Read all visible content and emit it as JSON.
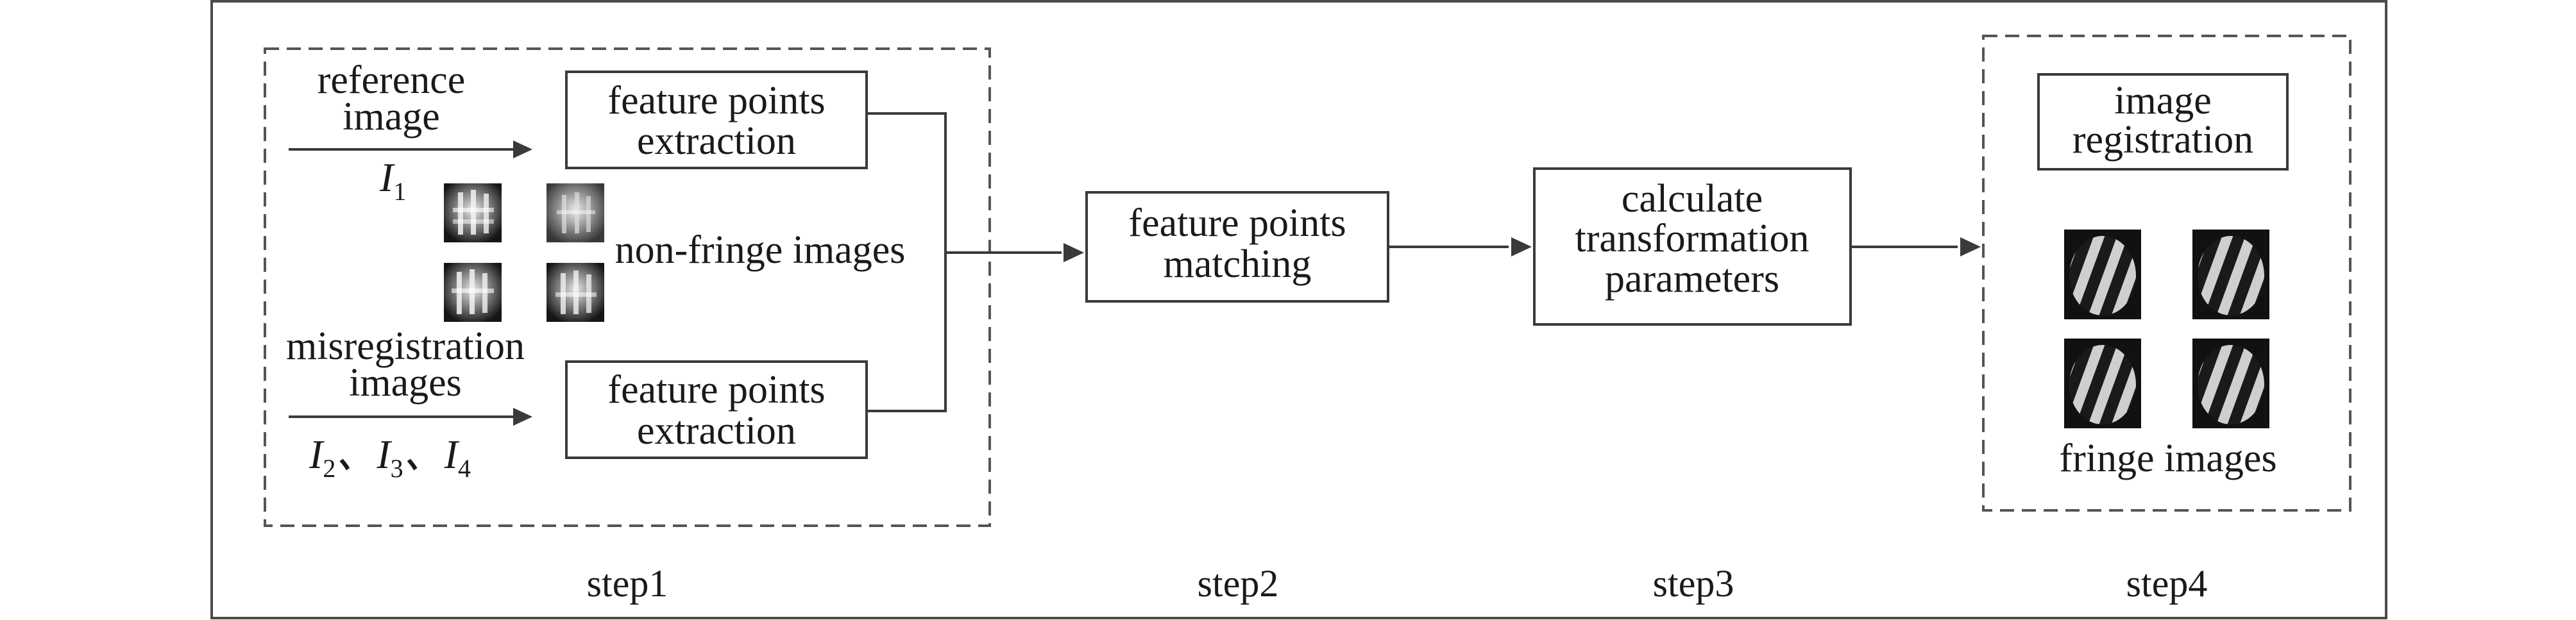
{
  "step1": {
    "reference_label_line1": "reference",
    "reference_label_line2": "image",
    "i1_var": "I",
    "i1_sub": "1",
    "misreg_label_line1": "misregistration",
    "misreg_label_line2": "images",
    "i2_var": "I",
    "i2_sub": "2",
    "i3_var": "I",
    "i3_sub": "3",
    "i4_var": "I",
    "i4_sub": "4",
    "separator": "、",
    "non_fringe_label": "non-fringe images",
    "extraction_top_line1": "feature points",
    "extraction_top_line2": "extraction",
    "extraction_bottom_line1": "feature points",
    "extraction_bottom_line2": "extraction",
    "label": "step1"
  },
  "step2": {
    "box_line1": "feature points",
    "box_line2": "matching",
    "label": "step2"
  },
  "step3": {
    "box_line1": "calculate",
    "box_line2": "transformation",
    "box_line3": "parameters",
    "label": "step3"
  },
  "step4": {
    "box_line1": "image",
    "box_line2": "registration",
    "fringe_label": "fringe images",
    "label": "step4"
  }
}
